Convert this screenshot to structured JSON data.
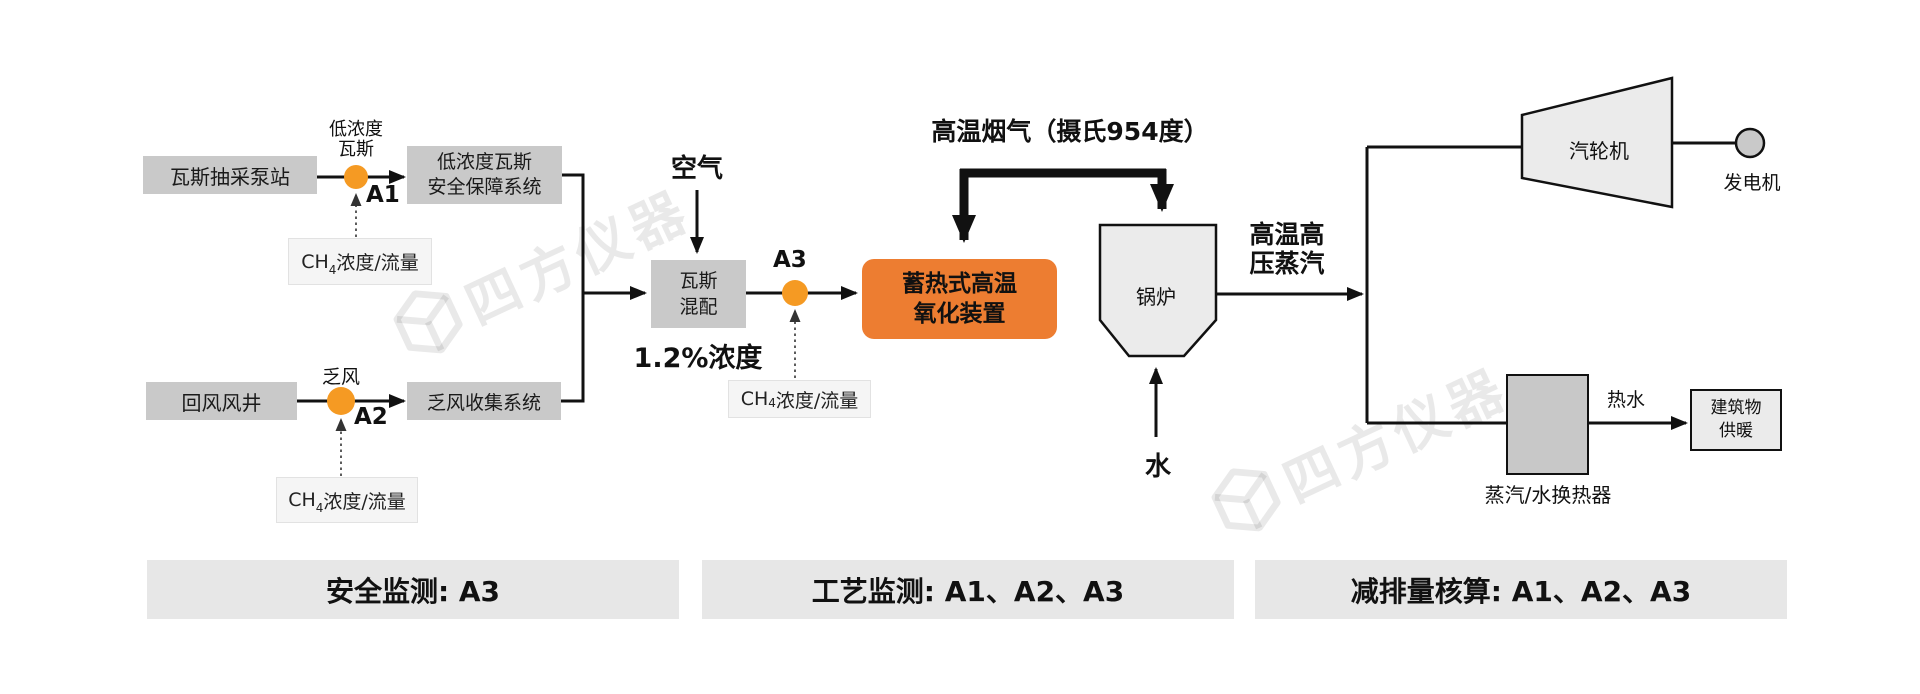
{
  "diagram": {
    "nodes": {
      "pump_station": "瓦斯抽采泵站",
      "low_conc_line1": "低浓度",
      "low_conc_line2": "瓦斯",
      "safety_system_line1": "低浓度瓦斯",
      "safety_system_line2": "安全保障系统",
      "return_air_shaft": "回风风井",
      "vam_label": "乏风",
      "vam_collection": "乏风收集系统",
      "gas_mixing_line1": "瓦斯",
      "gas_mixing_line2": "混配",
      "air": "空气",
      "mix_concentration": "1.2%浓度",
      "rto_line1": "蓄热式高温",
      "rto_line2": "氧化装置",
      "flue_gas": "高温烟气（摄氏954度）",
      "boiler": "锅炉",
      "water": "水",
      "steam_line1": "高温高",
      "steam_line2": "压蒸汽",
      "turbine": "汽轮机",
      "generator": "发电机",
      "heat_exchanger": "蒸汽/水换热器",
      "hot_water": "热水",
      "building_line1": "建筑物",
      "building_line2": "供暖"
    },
    "sensors": {
      "a1": "A1",
      "a2": "A2",
      "a3": "A3",
      "ch4_prefix": "CH",
      "ch4_sub": "4",
      "ch4_suffix": "浓度/流量"
    },
    "footer": {
      "safety": "安全监测: A3",
      "process": "工艺监测: A1、A2、A3",
      "accounting": "减排量核算: A1、A2、A3"
    },
    "watermark": {
      "text": "四方仪器"
    },
    "colors": {
      "accent_orange": "#ED7D31",
      "sensor_dot_orange": "#F59A23",
      "node_gray": "#C9C9C9",
      "machine_gray": "#EBEBEB",
      "exchanger_gray": "#C8C8C8",
      "footer_gray": "#E7E7E7"
    }
  }
}
